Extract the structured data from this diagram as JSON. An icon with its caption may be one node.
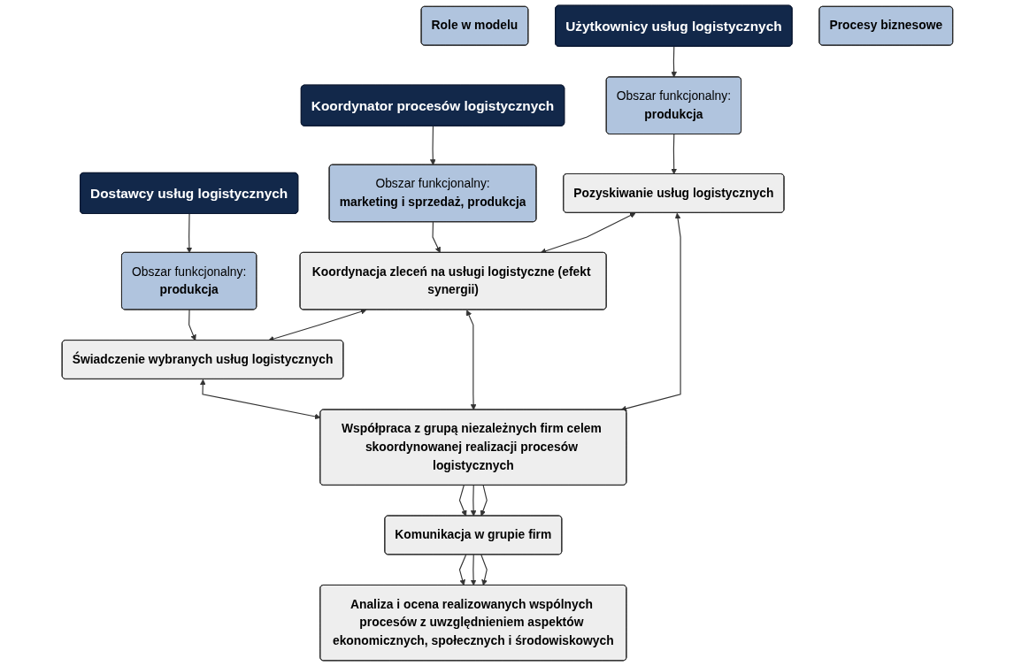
{
  "diagram": {
    "nodes": [
      {
        "text": [
          "Role w modelu"
        ]
      },
      {
        "text": [
          "Użytkownicy usług logistycznych"
        ]
      },
      {
        "text": [
          "Koordynator procesów logistycznych"
        ]
      },
      {
        "text": [
          "Dostawcy usług logistycznych"
        ]
      },
      {
        "text": [
          "Obszar funkcjonalny:",
          "produkcja"
        ]
      },
      {
        "text": [
          "Obszar funkcjonalny:",
          "marketing i sprzedaż, produkcja"
        ]
      },
      {
        "text": [
          "Obszar funkcjonalny:",
          "produkcja"
        ]
      },
      {
        "text": [
          "Procesy biznesowe"
        ]
      },
      {
        "text": [
          "Pozyskiwanie usług logistycznych"
        ]
      },
      {
        "text": [
          "Koordynacja zleceń na usługi logistyczne (efekt synergii)"
        ]
      },
      {
        "text": [
          "Świadczenie wybranych usług logistycznych"
        ]
      },
      {
        "text": [
          "Współpraca z grupą niezależnych firm celem skoordynowanej realizacji procesów logistycznych"
        ]
      },
      {
        "text": [
          "Komunikacja w grupie firm"
        ]
      },
      {
        "text": [
          "Analiza i ocena realizowanych wspólnych procesów z uwzględnieniem aspektów ekonomicznych, społecznych i środowiskowych"
        ]
      }
    ],
    "edges": [
      {
        "from": 1,
        "to": 4,
        "arrow": "to"
      },
      {
        "from": 2,
        "to": 5,
        "arrow": "to"
      },
      {
        "from": 3,
        "to": 6,
        "arrow": "to"
      },
      {
        "from": 4,
        "to": 8,
        "arrow": "to"
      },
      {
        "from": 5,
        "to": 9,
        "arrow": "to"
      },
      {
        "from": 6,
        "to": 10,
        "arrow": "to"
      },
      {
        "from": 8,
        "to": 9,
        "arrow": "both"
      },
      {
        "from": 9,
        "to": 10,
        "arrow": "both"
      },
      {
        "from": 8,
        "to": 11,
        "arrow": "both"
      },
      {
        "from": 9,
        "to": 11,
        "arrow": "both"
      },
      {
        "from": 10,
        "to": 11,
        "arrow": "both"
      },
      {
        "from": 11,
        "to": 12,
        "arrow": "to"
      },
      {
        "from": 11,
        "to": 12,
        "arrow": "to"
      },
      {
        "from": 11,
        "to": 12,
        "arrow": "to"
      },
      {
        "from": 12,
        "to": 13,
        "arrow": "to"
      },
      {
        "from": 12,
        "to": 13,
        "arrow": "to"
      },
      {
        "from": 12,
        "to": 13,
        "arrow": "to"
      }
    ]
  }
}
